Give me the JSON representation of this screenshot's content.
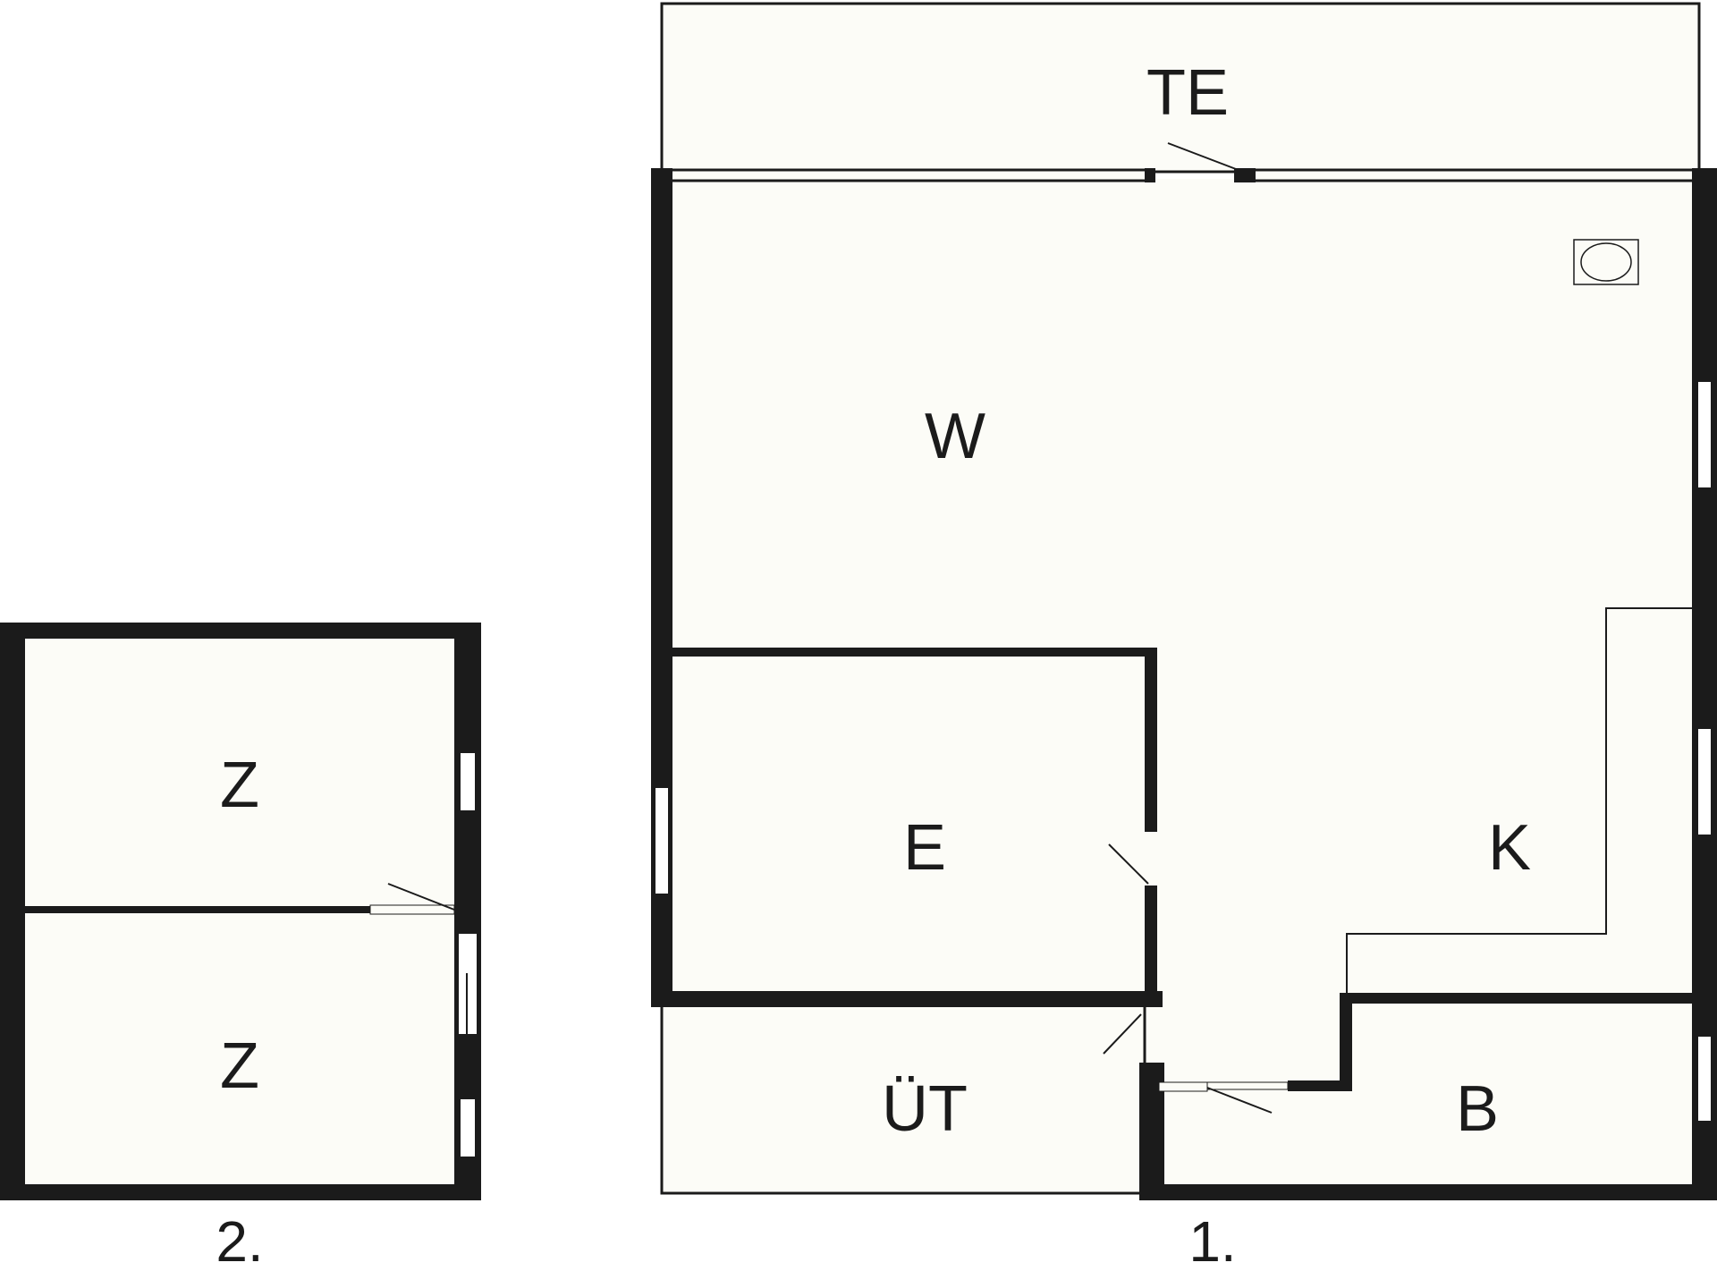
{
  "plan": {
    "colors": {
      "wall": "#1b1b1b",
      "floor": "#fcfcf7",
      "background": "#ffffff"
    },
    "rooms": {
      "terrace": "TE",
      "living": "W",
      "dining": "E",
      "kitchen": "K",
      "utility": "ÜT",
      "bath": "B",
      "bedroom_upper": "Z",
      "bedroom_lower": "Z"
    },
    "floors": {
      "ground": "1.",
      "upper": "2."
    },
    "icons": {
      "stove": "stove-icon",
      "door": "door-swing-icon",
      "window": "window-icon"
    }
  }
}
